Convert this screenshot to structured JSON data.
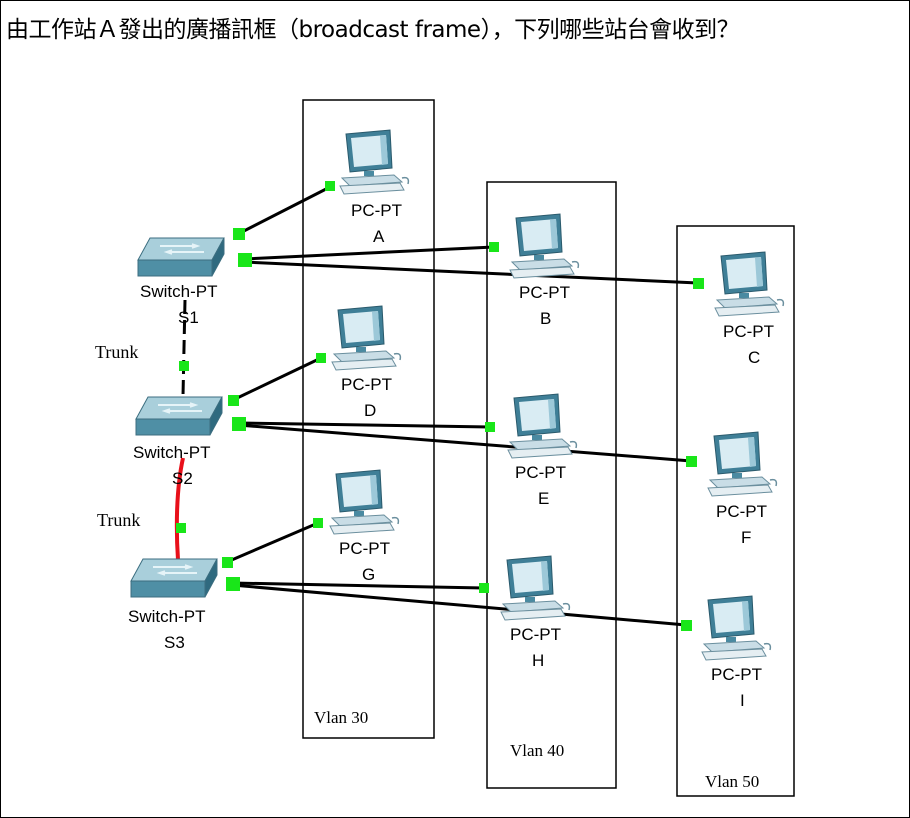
{
  "question": "由工作站Ａ發出的廣播訊框（broadcast frame），下列哪些站台會收到？",
  "switch_type": "Switch-PT",
  "pc_type": "PC-PT",
  "switches": [
    "S1",
    "S2",
    "S3"
  ],
  "pcs": [
    "A",
    "B",
    "C",
    "D",
    "E",
    "F",
    "G",
    "H",
    "I"
  ],
  "trunk_label": "Trunk",
  "vlans": [
    "Vlan 30",
    "Vlan 40",
    "Vlan 50"
  ],
  "colors": {
    "cable": "#000000",
    "trunk_cable_2": "#e8101a",
    "port": "#19e619",
    "switch": "#6aa6b8",
    "monitor": "#5a9cb3"
  }
}
